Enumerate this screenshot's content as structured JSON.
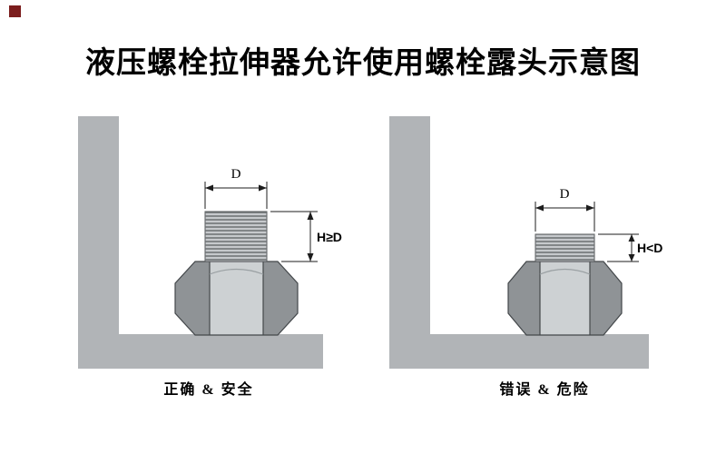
{
  "title": "液压螺栓拉伸器允许使用螺栓露头示意图",
  "panels": {
    "left": {
      "dim_width": "D",
      "dim_height": "H≥D",
      "caption": "正确 & 安全"
    },
    "right": {
      "dim_width": "D",
      "dim_height": "H<D",
      "caption": "错误 & 危险"
    }
  },
  "colors": {
    "bracket_gray": "#b1b4b7",
    "nut_face_light": "#cdd1d3",
    "nut_face_dark": "#8f9396",
    "thread_fill": "#c6c9cc",
    "marker_red": "#7b1d1d"
  }
}
